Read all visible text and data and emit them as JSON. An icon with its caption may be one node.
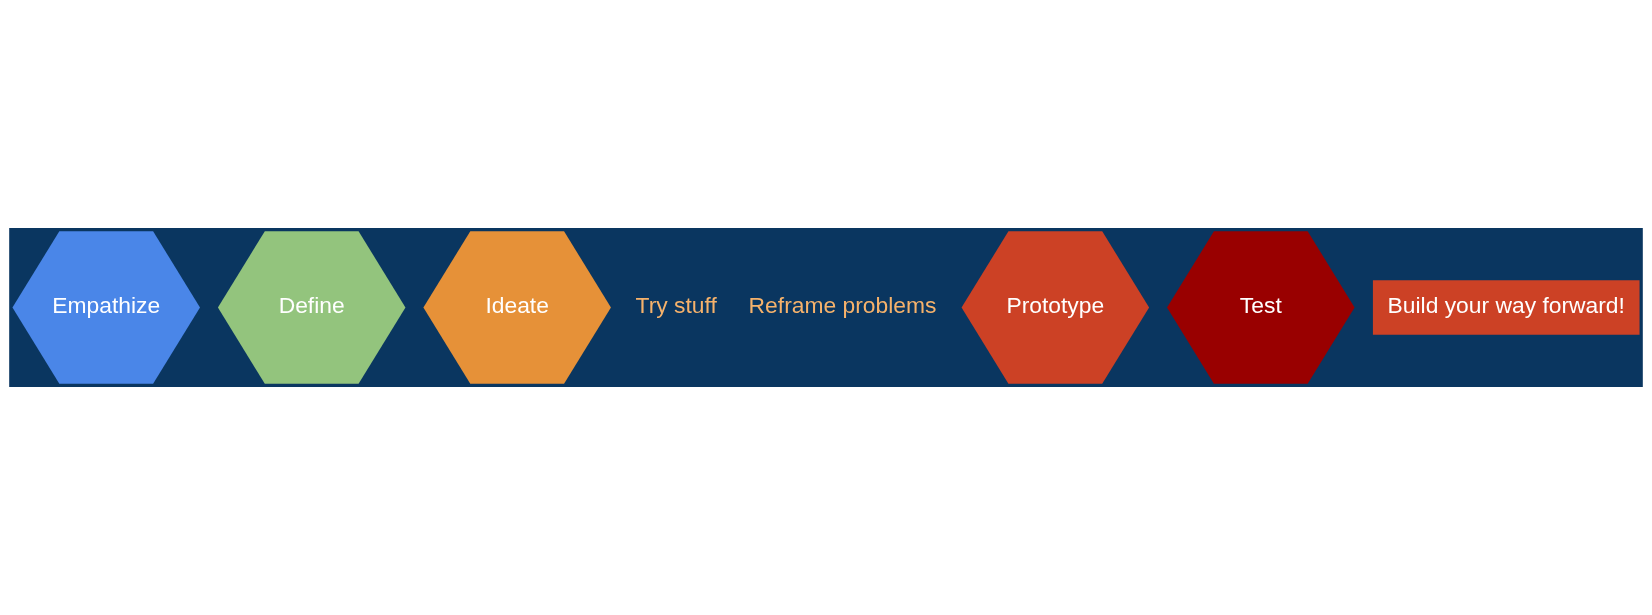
{
  "diagram": {
    "nodes": [
      {
        "text": [
          "Empathize"
        ]
      },
      {
        "text": [
          "Define"
        ]
      },
      {
        "text": [
          "Ideate"
        ]
      },
      {
        "text": [
          "Prototype"
        ]
      },
      {
        "text": [
          "Test"
        ]
      },
      {
        "text": [
          "Build your way forward!"
        ]
      }
    ],
    "labels": [
      "Try stuff",
      "Reframe problems"
    ]
  }
}
